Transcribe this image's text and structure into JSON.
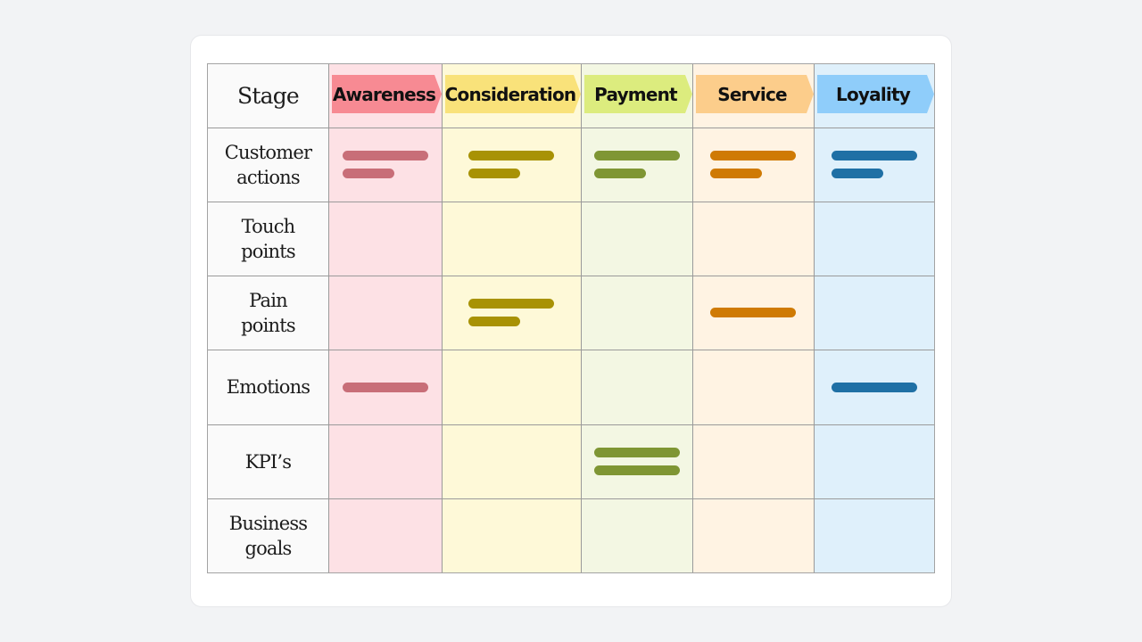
{
  "header_label": "Stage",
  "stages": [
    {
      "label": "Awareness",
      "tag_color": "#f78a93",
      "col_color": "#fde1e5",
      "bar_color": "#c86e78"
    },
    {
      "label": "Consideration",
      "tag_color": "#f9e27a",
      "col_color": "#fef9d8",
      "bar_color": "#a89205"
    },
    {
      "label": "Payment",
      "tag_color": "#dcec7e",
      "col_color": "#f3f7e3",
      "bar_color": "#7f9634"
    },
    {
      "label": "Service",
      "tag_color": "#fccd8b",
      "col_color": "#fff3e3",
      "bar_color": "#cf7a04"
    },
    {
      "label": "Loyality",
      "tag_color": "#8fcdfa",
      "col_color": "#dff0fb",
      "bar_color": "#1f70a5"
    }
  ],
  "rows": [
    {
      "label": "Customer\nactions",
      "bars": [
        [
          1,
          0.6
        ],
        [
          1,
          0.6
        ],
        [
          1,
          0.6
        ],
        [
          1,
          0.6
        ],
        [
          1,
          0.6
        ]
      ]
    },
    {
      "label": "Touch\npoints",
      "bars": [
        [],
        [],
        [],
        [],
        []
      ]
    },
    {
      "label": "Pain\npoints",
      "bars": [
        [],
        [
          1,
          0.6
        ],
        [],
        [
          1
        ],
        []
      ]
    },
    {
      "label": "Emotions",
      "bars": [
        [
          1
        ],
        [],
        [],
        [],
        [
          1
        ]
      ]
    },
    {
      "label": "KPI’s",
      "bars": [
        [],
        [],
        [
          1,
          1
        ],
        [],
        []
      ]
    },
    {
      "label": "Business\ngoals",
      "bars": [
        [],
        [],
        [],
        [],
        []
      ]
    }
  ]
}
